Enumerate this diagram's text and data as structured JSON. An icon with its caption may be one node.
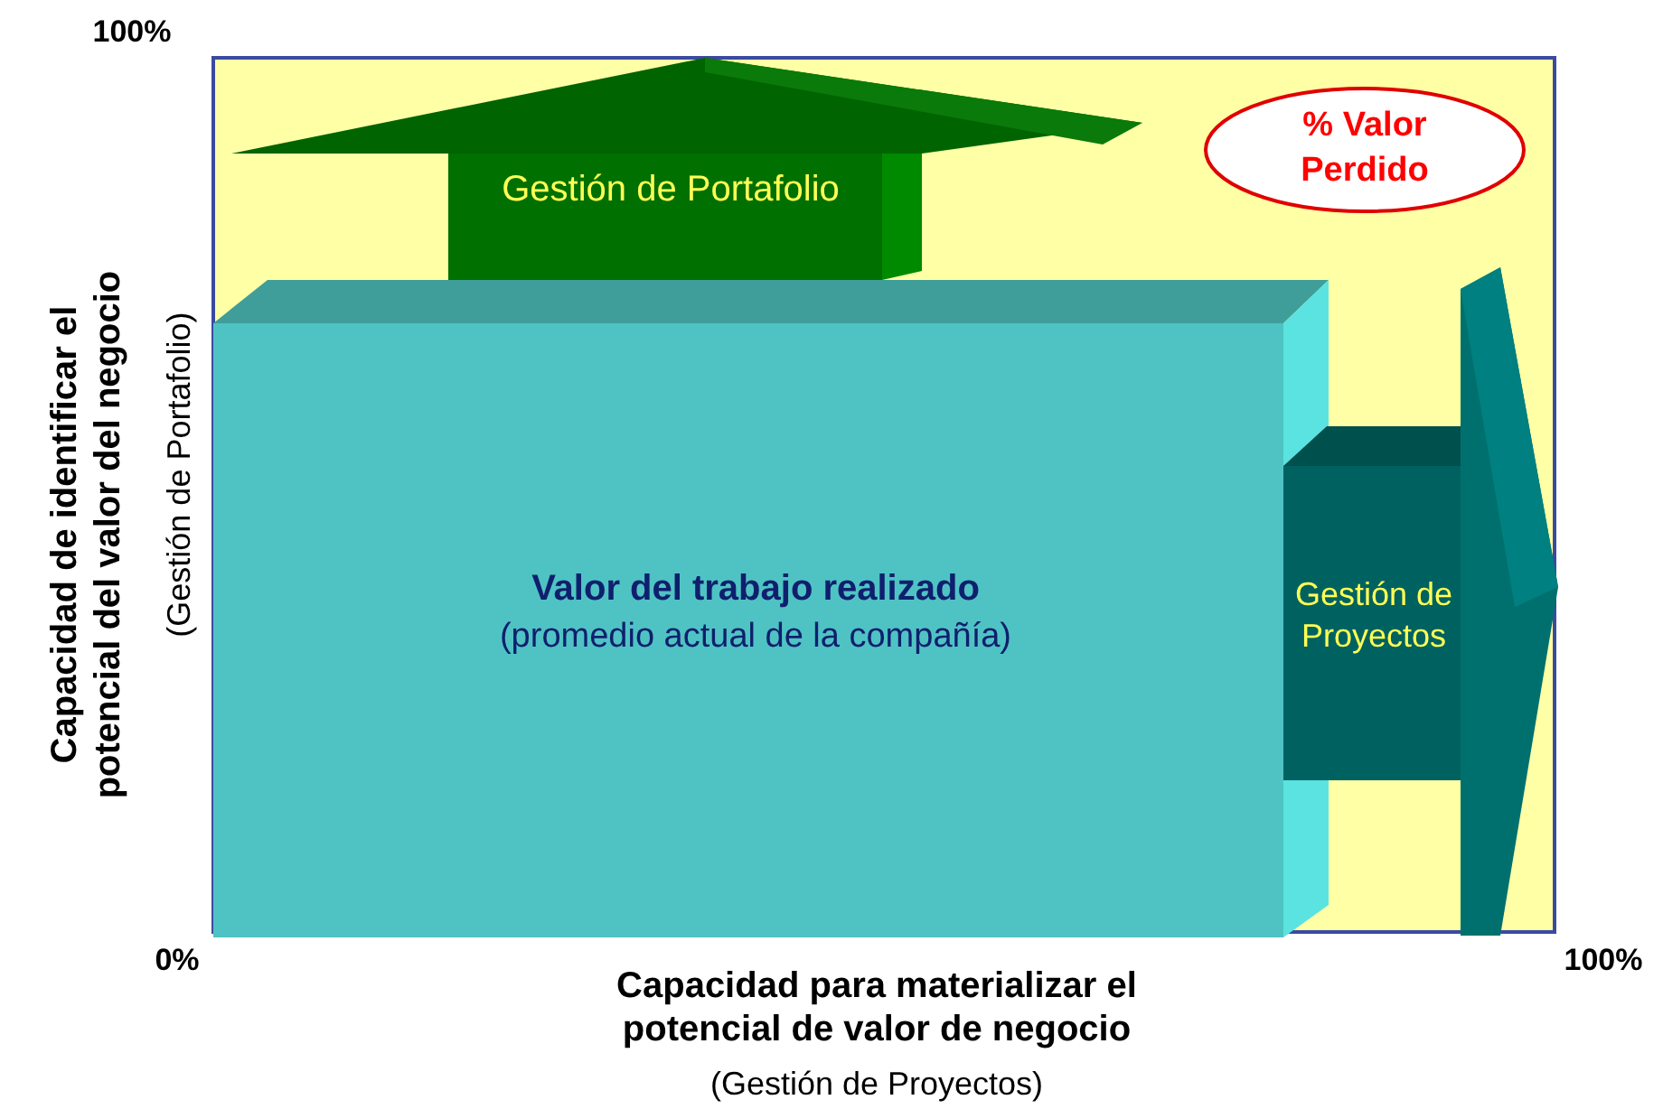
{
  "diagram": {
    "nodes": [
      {
        "text": [
          "Gestión de Portafolio"
        ]
      },
      {
        "text": [
          "Valor del trabajo realizado",
          "(promedio actual de la compañía)"
        ]
      },
      {
        "text": [
          "Gestión de Proyectos"
        ]
      },
      {
        "text": [
          "% Valor Perdido"
        ]
      }
    ],
    "labels": [
      "100%",
      "Capacidad de identificar el potencial del valor del negocio",
      "(Gestión de Portafolio)",
      "0%",
      "100%",
      "Capacidad para materializar el potencial de valor de negocio",
      "(Gestión de Proyectos)"
    ]
  }
}
